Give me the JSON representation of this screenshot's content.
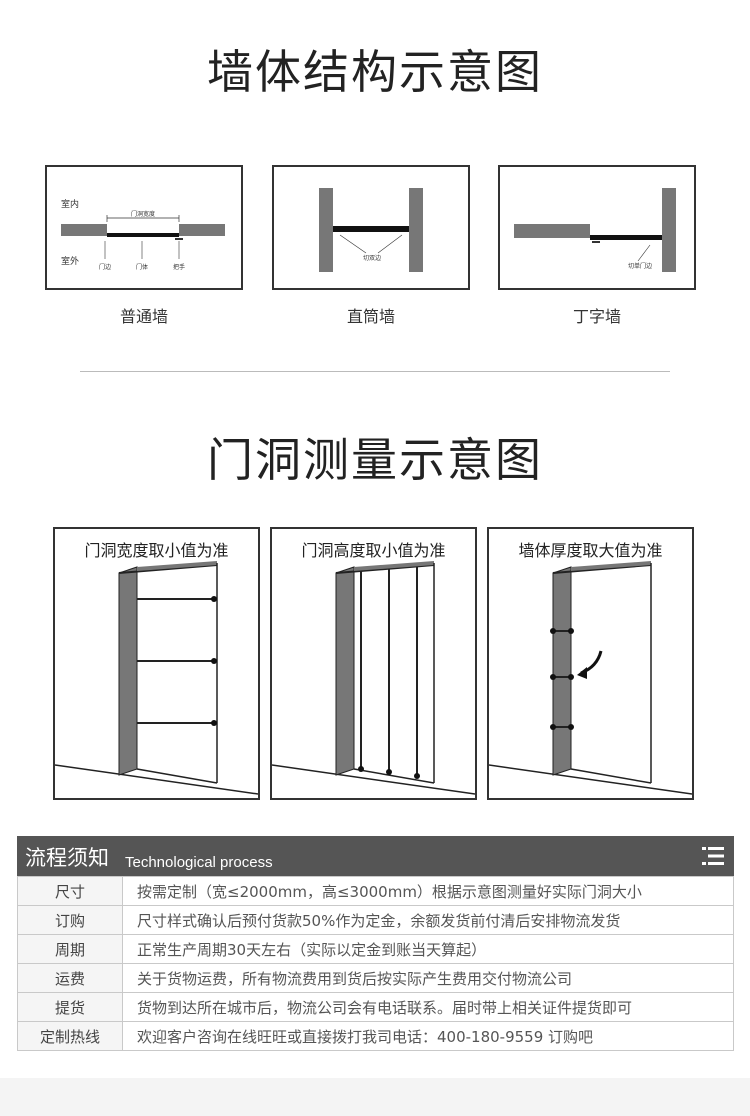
{
  "section1": {
    "title": "墙体结构示意图",
    "panels": [
      {
        "caption": "普通墙",
        "labels": {
          "indoor": "室内",
          "outdoor": "室外",
          "width": "门洞宽度",
          "frame": "门边",
          "body": "门体",
          "handle": "把手"
        }
      },
      {
        "caption": "直筒墙",
        "labels": {
          "note": "切双边"
        }
      },
      {
        "caption": "丁字墙",
        "labels": {
          "note": "切单门边"
        }
      }
    ]
  },
  "section2": {
    "title": "门洞测量示意图",
    "panels": [
      {
        "title": "门洞宽度取小值为准"
      },
      {
        "title": "门洞高度取小值为准"
      },
      {
        "title": "墙体厚度取大值为准"
      }
    ]
  },
  "process": {
    "title_zh": "流程须知",
    "title_en": "Technological process",
    "menu_icon": "menu-icon",
    "rows": [
      {
        "key": "尺寸",
        "value": "按需定制（宽≤2000mm，高≤3000mm）根据示意图测量好实际门洞大小"
      },
      {
        "key": "订购",
        "value": "尺寸样式确认后预付货款50%作为定金，余额发货前付清后安排物流发货"
      },
      {
        "key": "周期",
        "value": "正常生产周期30天左右（实际以定金到账当天算起）"
      },
      {
        "key": "运费",
        "value": "关于货物运费，所有物流费用到货后按实际产生费用交付物流公司"
      },
      {
        "key": "提货",
        "value": "货物到达所在城市后，物流公司会有电话联系。届时带上相关证件提货即可"
      },
      {
        "key": "定制热线",
        "value": "欢迎客户咨询在线旺旺或直接拨打我司电话：400-180-9559 订购吧"
      }
    ]
  },
  "colors": {
    "dark": "#333333",
    "wall": "#777777",
    "header_bg": "#555555"
  }
}
